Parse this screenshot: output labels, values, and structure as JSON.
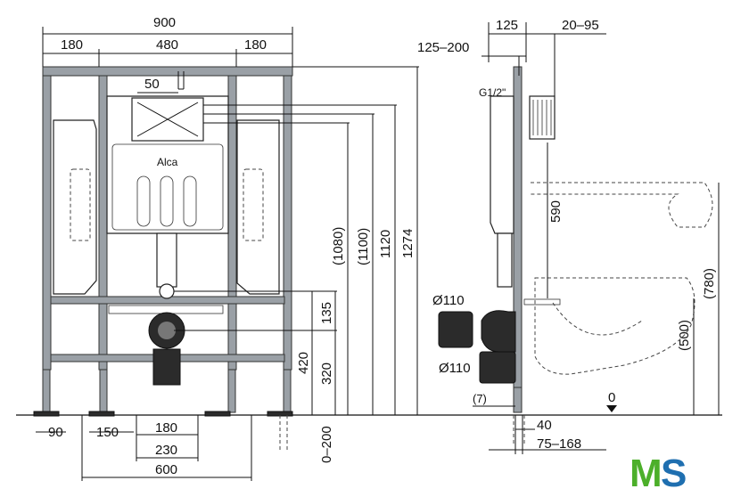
{
  "front_view": {
    "dims_top": {
      "total": "900",
      "left": "180",
      "middle": "480",
      "right": "180"
    },
    "dims_inner": {
      "flush_offset": "50"
    },
    "dims_vertical": {
      "d1080": "(1080)",
      "d1100": "(1100)",
      "d1120": "1120",
      "d1274": "1274",
      "d135": "135",
      "d420": "420",
      "d320": "320",
      "d0_200": "0–200"
    },
    "dims_bottom": {
      "d90": "90",
      "d150": "150",
      "d180": "180",
      "d230": "230",
      "d600": "600"
    },
    "brand": "Alca"
  },
  "side_view": {
    "dims_top": {
      "d125": "125",
      "d20_95": "20–95",
      "d125_200": "125–200"
    },
    "thread": "G1/2\"",
    "dims_vertical": {
      "d590": "590",
      "d780": "(780)",
      "d500": "(500)"
    },
    "pipe_labels": {
      "upper": "Ø110",
      "lower": "Ø110"
    },
    "dims_bottom": {
      "d7": "(7)",
      "d40": "40",
      "d75_168": "75–168"
    },
    "floor_level": "0"
  },
  "logo": {
    "text_m": "M",
    "text_s": "S",
    "color_m": "#4caf2a",
    "color_s": "#1f6fb0"
  }
}
